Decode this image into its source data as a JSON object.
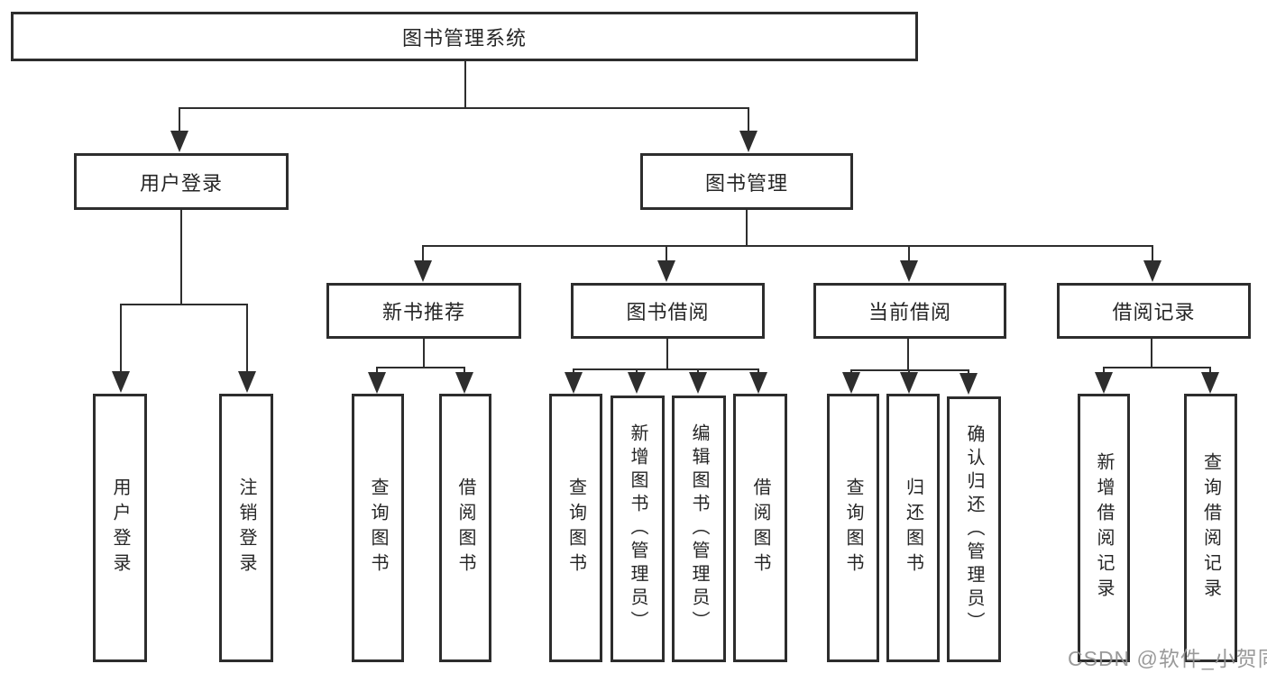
{
  "diagram": {
    "title": "图书管理系统",
    "type": "hierarchy-tree"
  },
  "tree": {
    "root": "图书管理系统",
    "level2": [
      "用户登录",
      "图书管理"
    ],
    "level3": [
      "新书推荐",
      "图书借阅",
      "当前借阅",
      "借阅记录"
    ],
    "leaves": {
      "user_login": [
        "用户登录",
        "注销登录"
      ],
      "new_book": [
        "查询图书",
        "借阅图书"
      ],
      "book_borrow": [
        "查询图书",
        "新增图书（管理员）",
        "编辑图书（管理员）",
        "借阅图书"
      ],
      "current_borrow": [
        "查询图书",
        "归还图书",
        "确认归还（管理员）"
      ],
      "borrow_record": [
        "新增借阅记录",
        "查询借阅记录"
      ]
    }
  },
  "watermark": "CSDN @软件_小贺同学",
  "colors": {
    "line": "#2e2e2e",
    "box_border": "#2d2d2d",
    "text": "#262626",
    "watermark": "#919191",
    "background": "#ffffff"
  }
}
